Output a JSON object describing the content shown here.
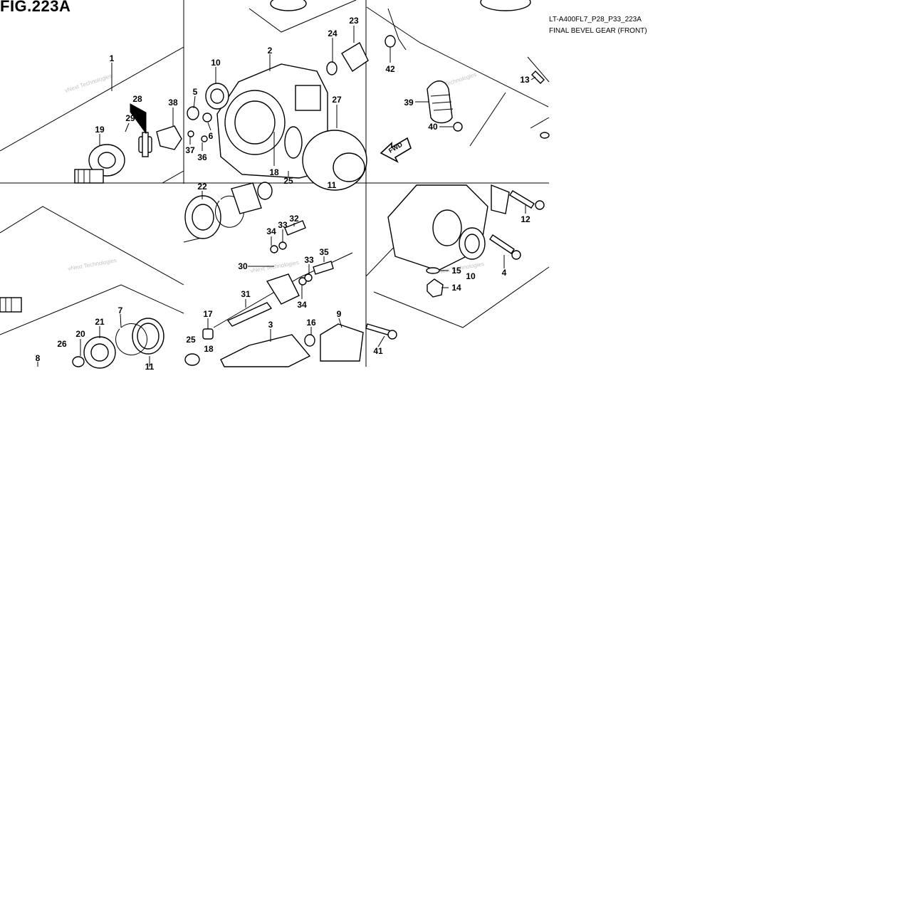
{
  "figure": {
    "title": "FIG.223A",
    "code": "LT-A400FL7_P28_P33_223A",
    "caption": "FINAL BEVEL GEAR (FRONT)"
  },
  "watermark": "vNext Technologies",
  "fwd_arrow_label": "FWD",
  "callouts": [
    "1",
    "2",
    "3",
    "4",
    "5",
    "6",
    "7",
    "8",
    "9",
    "10",
    "11",
    "12",
    "13",
    "14",
    "15",
    "16",
    "17",
    "18",
    "19",
    "20",
    "21",
    "22",
    "23",
    "24",
    "25",
    "26",
    "27",
    "28",
    "29",
    "30",
    "31",
    "32",
    "33",
    "34",
    "35",
    "36",
    "37",
    "38",
    "39",
    "40",
    "41",
    "42"
  ]
}
